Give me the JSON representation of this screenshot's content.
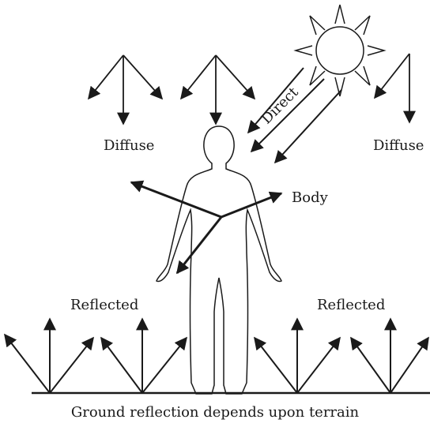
{
  "labels": {
    "diffuse_left": "Diffuse",
    "diffuse_right": "Diffuse",
    "direct": "Direct",
    "body": "Body",
    "reflected_left": "Reflected",
    "reflected_right": "Reflected",
    "caption": "Ground reflection depends upon terrain"
  },
  "colors": {
    "ink": "#1a1a1a",
    "background": "#ffffff"
  }
}
